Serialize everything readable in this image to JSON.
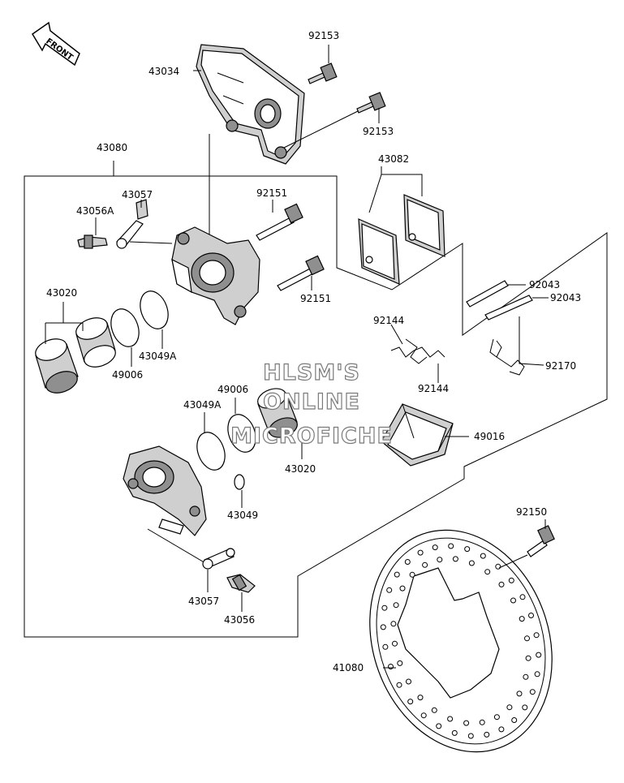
{
  "front_arrow": {
    "label": "FRONT"
  },
  "watermark": {
    "line1": "HLSM'S",
    "line2": "ONLINE",
    "line3": "MICROFICHE"
  },
  "parts": {
    "p43034": "43034",
    "p92153_top": "92153",
    "p92153_mid": "92153",
    "p43080": "43080",
    "p43082": "43082",
    "p43057_top": "43057",
    "p43056A": "43056A",
    "p92151_top": "92151",
    "p92151_mid": "92151",
    "p43020_left": "43020",
    "p43049A_top": "43049A",
    "p49006_left": "49006",
    "p92043_a": "92043",
    "p92043_b": "92043",
    "p92144_top": "92144",
    "p92144_bot": "92144",
    "p92170": "92170",
    "p49006_mid": "49006",
    "p43049A_mid": "43049A",
    "p49016": "49016",
    "p43020_mid": "43020",
    "p43049": "43049",
    "p92150": "92150",
    "p43057_bot": "43057",
    "p43056": "43056",
    "p41080": "41080"
  }
}
